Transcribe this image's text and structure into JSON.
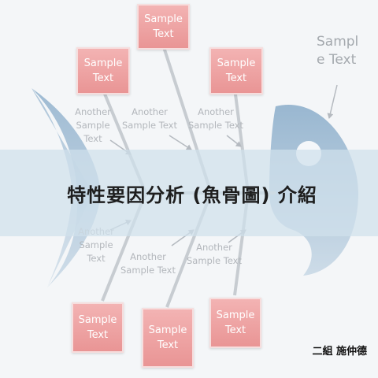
{
  "diagram": {
    "title": "特性要因分析 (魚骨圖) 介紹",
    "authors": "二組 施仲德",
    "sample_box_text": "Sample\nText",
    "callout_text": "Sampl\ne Text",
    "labels": {
      "upper_left": "Another\nSample\nText",
      "upper_mid": "Another\nSample Text",
      "upper_right": "Another\nSample Text",
      "lower_left": "Another\nSample\nText",
      "lower_mid": "Another\nSample Text",
      "lower_right": "Another\nSample Text"
    },
    "colors": {
      "fish_body": "#a9c3d8",
      "box_fill": "#ec9f9f",
      "bone": "#c7ccd1",
      "banner": "#d0e1ec"
    }
  }
}
